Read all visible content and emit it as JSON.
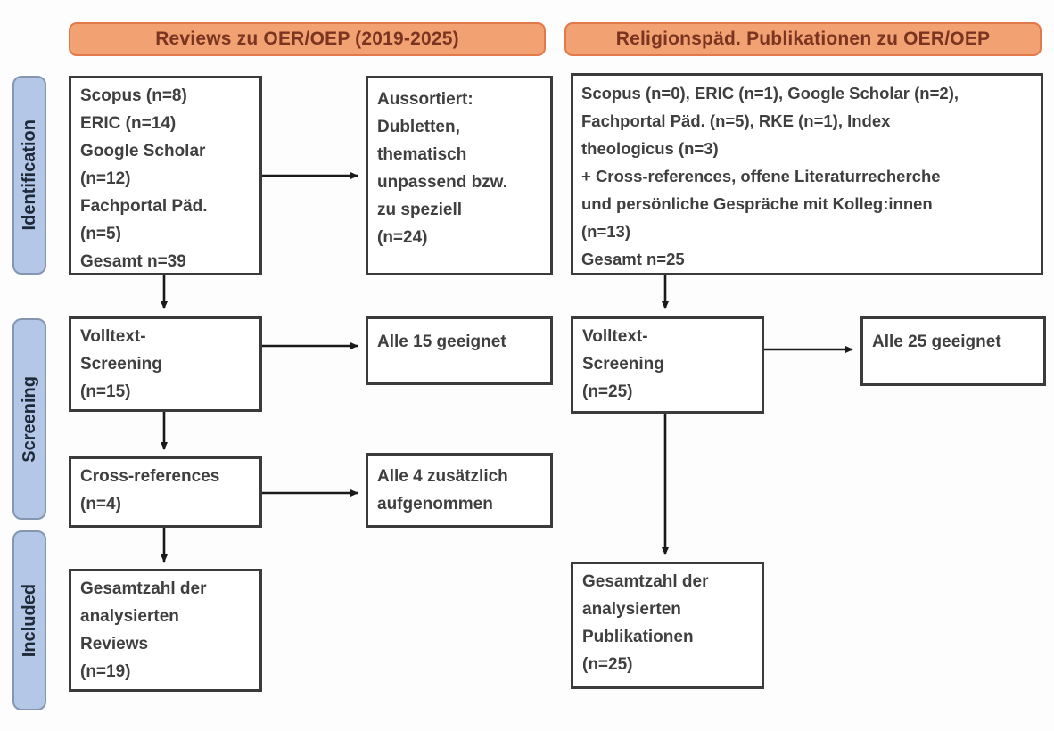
{
  "colors": {
    "header_fill": "#F2A173",
    "header_border": "#E2794A",
    "header_text": "#7A3420",
    "stage_fill": "#B4C7E7",
    "stage_border": "#8496B0",
    "stage_text": "#1F2A38",
    "box_border": "#3B3B3B",
    "box_text": "#3F3F3F",
    "arrow": "#1A1A1A",
    "canvas_bg": "#FDFDFD"
  },
  "headers": {
    "left": "Reviews zu OER/OEP (2019-2025)",
    "right": "Religionspäd. Publikationen zu OER/OEP"
  },
  "stages": [
    {
      "label": "Identification"
    },
    {
      "label": "Screening"
    },
    {
      "label": "Included"
    }
  ],
  "boxes": {
    "sources_left": {
      "lines": [
        "Scopus (n=8)",
        "ERIC (n=14)",
        "Google Scholar",
        "(n=12)",
        "Fachportal Päd.",
        "(n=5)",
        "Gesamt n=39"
      ]
    },
    "aussortiert": {
      "lines": [
        "Aussortiert:",
        "Dubletten,",
        "thematisch",
        "unpassend bzw.",
        "zu speziell",
        "(n=24)"
      ]
    },
    "sources_right": {
      "lines": [
        "Scopus (n=0), ERIC (n=1), Google Scholar (n=2),",
        "Fachportal Päd. (n=5), RKE (n=1), Index",
        "theologicus (n=3)",
        "+ Cross-references, offene Literaturrecherche",
        "und persönliche Gespräche mit Kolleg:innen",
        "(n=13)",
        "Gesamt n=25"
      ]
    },
    "volltext_left": {
      "lines": [
        "Volltext-",
        "Screening",
        "(n=15)"
      ]
    },
    "geeignet_left": {
      "lines": [
        "Alle 15 geeignet"
      ]
    },
    "crossref": {
      "lines": [
        "Cross-references",
        "(n=4)"
      ]
    },
    "zusatz": {
      "lines": [
        "Alle 4 zusätzlich",
        "aufgenommen"
      ]
    },
    "gesamt_left": {
      "lines": [
        "Gesamtzahl der",
        "analysierten",
        "Reviews",
        "(n=19)"
      ]
    },
    "volltext_right": {
      "lines": [
        "Volltext-",
        "Screening",
        "(n=25)"
      ]
    },
    "geeignet_right": {
      "lines": [
        "Alle 25 geeignet"
      ]
    },
    "gesamt_right": {
      "lines": [
        "Gesamtzahl der",
        "analysierten",
        "Publikationen",
        "(n=25)"
      ]
    }
  }
}
